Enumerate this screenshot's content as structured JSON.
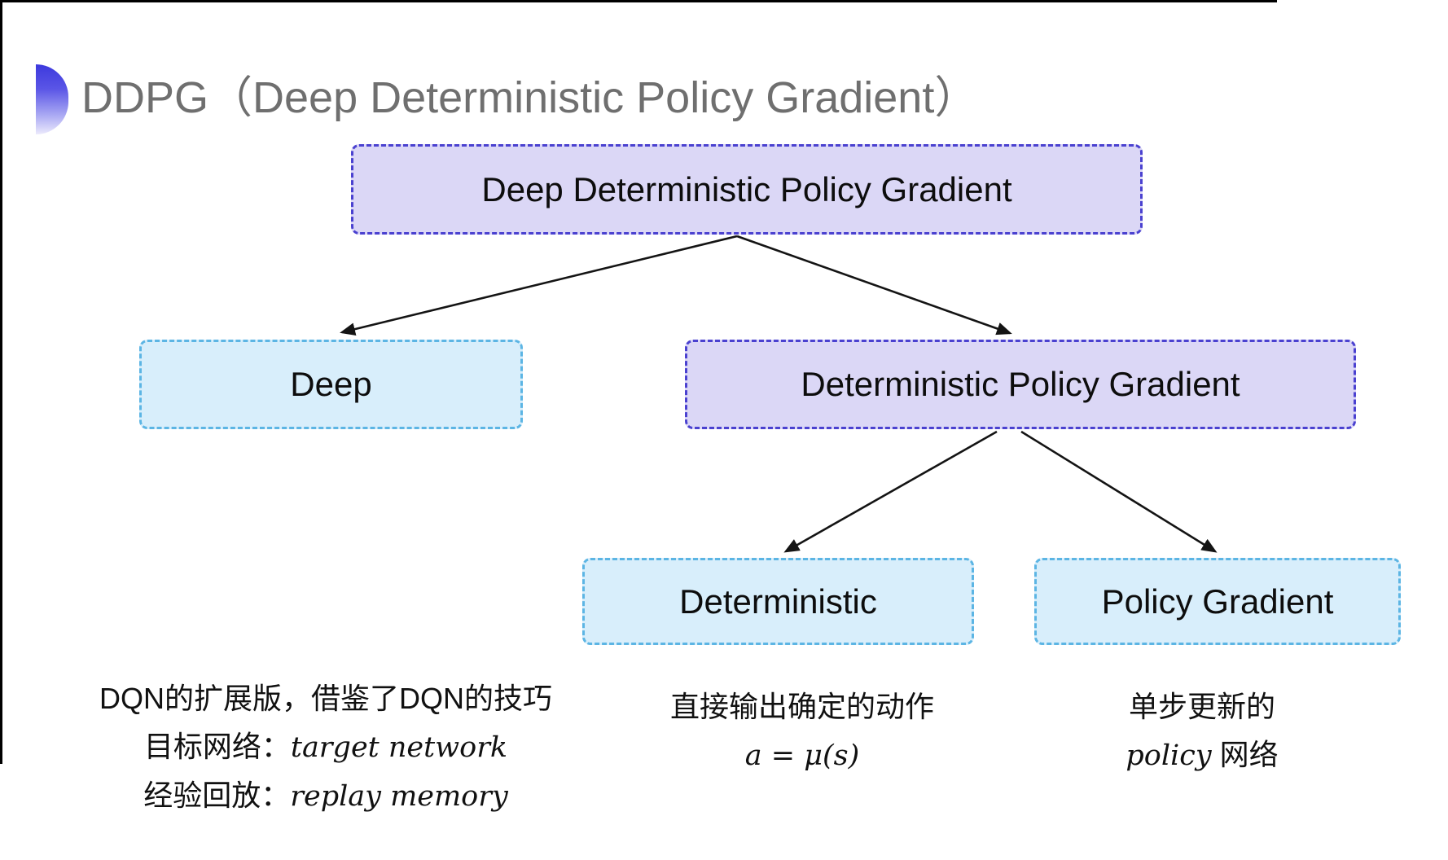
{
  "header": {
    "title": "DDPG（Deep Deterministic Policy Gradient）"
  },
  "tree": {
    "nodes": {
      "root": {
        "label": "Deep Deterministic Policy Gradient",
        "variant": "purple"
      },
      "deep": {
        "label": "Deep",
        "variant": "cyan"
      },
      "dpg": {
        "label": "Deterministic Policy Gradient",
        "variant": "purple"
      },
      "deterministic": {
        "label": "Deterministic",
        "variant": "cyan"
      },
      "policy_gradient": {
        "label": "Policy Gradient",
        "variant": "cyan"
      }
    },
    "edges": [
      {
        "from": "root",
        "to": "deep"
      },
      {
        "from": "root",
        "to": "dpg"
      },
      {
        "from": "dpg",
        "to": "deterministic"
      },
      {
        "from": "dpg",
        "to": "policy_gradient"
      }
    ]
  },
  "annotations": {
    "deep": {
      "line1": "DQN的扩展版，借鉴了DQN的技巧",
      "line2_label": "目标网络：",
      "line2_term": "target network",
      "line3_label": "经验回放：",
      "line3_term": "replay memory"
    },
    "deterministic": {
      "line1": "直接输出确定的动作",
      "formula": "a = μ(s)"
    },
    "policy_gradient": {
      "line1": "单步更新的",
      "term": "policy",
      "suffix": " 网络"
    }
  },
  "colors": {
    "purple_fill": "#dbd7f6",
    "purple_border": "#4a41d0",
    "cyan_fill": "#d8eefb",
    "cyan_border": "#5cb5e4",
    "title_gray": "#6f6f6f",
    "arrow": "#141414",
    "bullet_gradient_top": "#3c39dd",
    "bullet_gradient_bottom": "#eceafc"
  }
}
